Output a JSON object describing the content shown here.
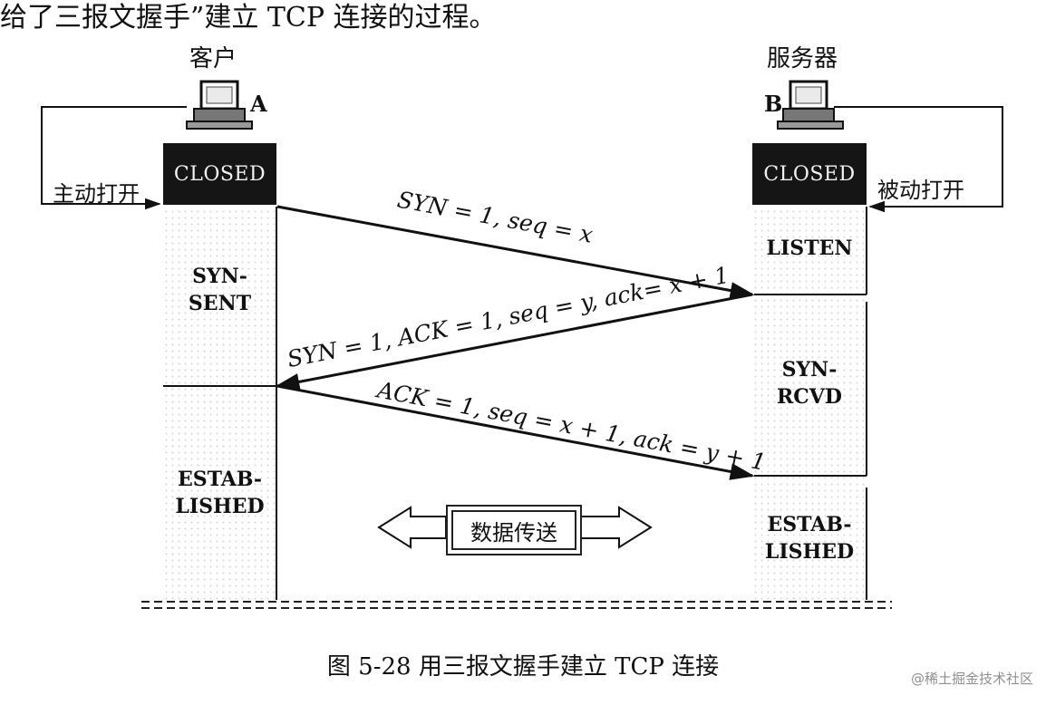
{
  "header_text": "给了三报文握手”建立 TCP 连接的过程。",
  "client": {
    "label": "客户",
    "letter": "A",
    "open_label": "主动打开",
    "closed": "CLOSED"
  },
  "server": {
    "label": "服务器",
    "letter": "B",
    "open_label": "被动打开",
    "closed": "CLOSED"
  },
  "client_states": {
    "syn_sent": "SYN-\nSENT",
    "established": "ESTAB-\nLISHED"
  },
  "server_states": {
    "listen": "LISTEN",
    "syn_rcvd": "SYN-\nRCVD",
    "established": "ESTAB-\nLISHED"
  },
  "messages": {
    "m1": "SYN = 1, seq = x",
    "m2": "SYN = 1, ACK = 1, seq = y, ack= x + 1",
    "m3": "ACK = 1, seq = x + 1, ack = y + 1"
  },
  "data_transfer": "数据传送",
  "caption": "图 5-28 用三报文握手建立 TCP 连接",
  "watermark": "@稀土掘金技术社区"
}
